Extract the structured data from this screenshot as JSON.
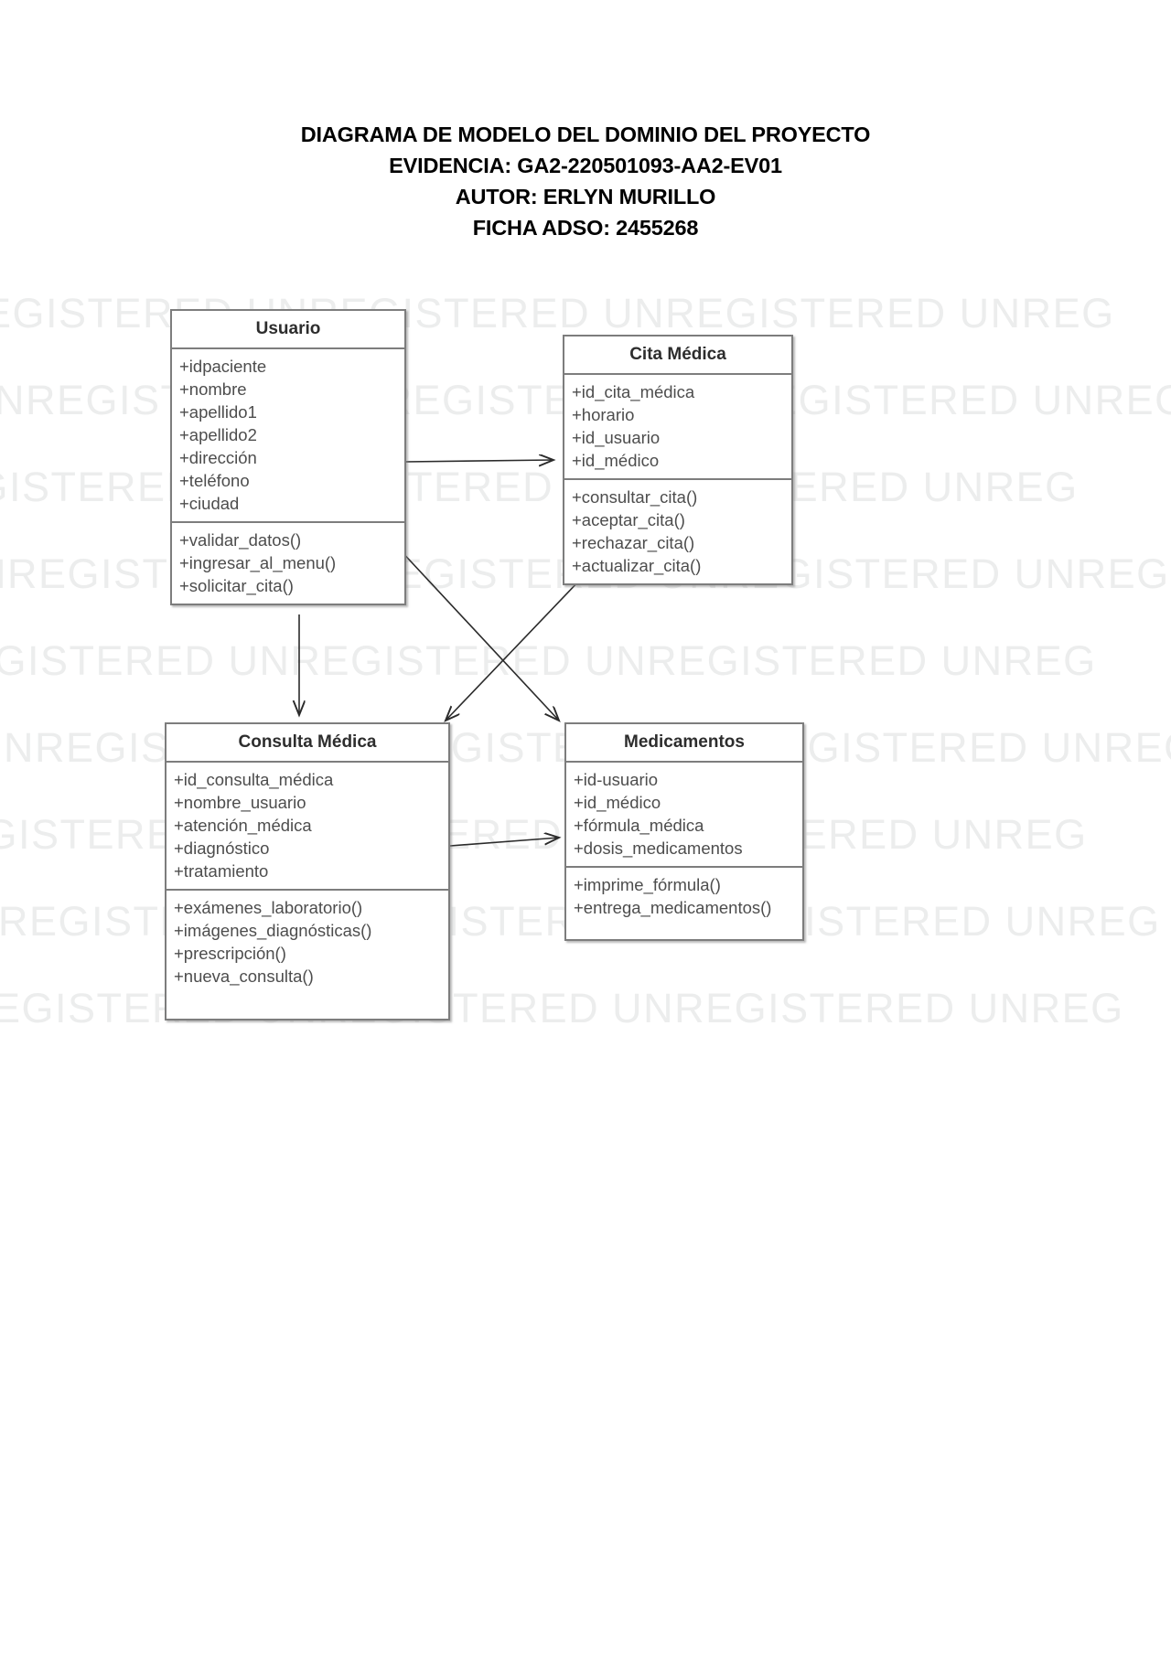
{
  "document": {
    "title_lines": [
      "DIAGRAMA DE MODELO DEL DOMINIO DEL PROYECTO",
      "EVIDENCIA: GA2-220501093-AA2-EV01",
      "AUTOR: ERLYN MURILLO",
      "FICHA ADSO: 2455268"
    ]
  },
  "watermark": {
    "text": "UNREGISTERED UNREGISTERED UNREGISTERED UNREG",
    "color": "#eceded",
    "rows": 9
  },
  "diagram": {
    "type": "uml-class-diagram",
    "classes": [
      {
        "id": "usuario",
        "name": "Usuario",
        "attributes": [
          "+idpaciente",
          "+nombre",
          "+apellido1",
          "+apellido2",
          "+dirección",
          "+teléfono",
          "+ciudad"
        ],
        "methods": [
          "+validar_datos()",
          "+ingresar_al_menu()",
          "+solicitar_cita()"
        ]
      },
      {
        "id": "cita-medica",
        "name": "Cita Médica",
        "attributes": [
          "+id_cita_médica",
          "+horario",
          "+id_usuario",
          "+id_médico"
        ],
        "methods": [
          "+consultar_cita()",
          "+aceptar_cita()",
          "+rechazar_cita()",
          "+actualizar_cita()"
        ]
      },
      {
        "id": "consulta-medica",
        "name": "Consulta Médica",
        "attributes": [
          "+id_consulta_médica",
          "+nombre_usuario",
          "+atención_médica",
          "+diagnóstico",
          "+tratamiento"
        ],
        "methods": [
          "+exámenes_laboratorio()",
          "+imágenes_diagnósticas()",
          "+prescripción()",
          "+nueva_consulta()"
        ]
      },
      {
        "id": "medicamentos",
        "name": "Medicamentos",
        "attributes": [
          "+id-usuario",
          "+id_médico",
          "+fórmula_médica",
          "+dosis_medicamentos"
        ],
        "methods": [
          "+imprime_fórmula()",
          "+entrega_medicamentos()"
        ]
      }
    ],
    "associations": [
      {
        "id": "usuario-to-cita",
        "from": "usuario",
        "to": "cita-medica"
      },
      {
        "id": "usuario-to-consulta",
        "from": "usuario",
        "to": "consulta-medica"
      },
      {
        "id": "usuario-to-medicamentos",
        "from": "usuario",
        "to": "medicamentos"
      },
      {
        "id": "cita-to-consulta",
        "from": "cita-medica",
        "to": "consulta-medica"
      },
      {
        "id": "consulta-to-medicamentos",
        "from": "consulta-medica",
        "to": "medicamentos"
      }
    ]
  }
}
